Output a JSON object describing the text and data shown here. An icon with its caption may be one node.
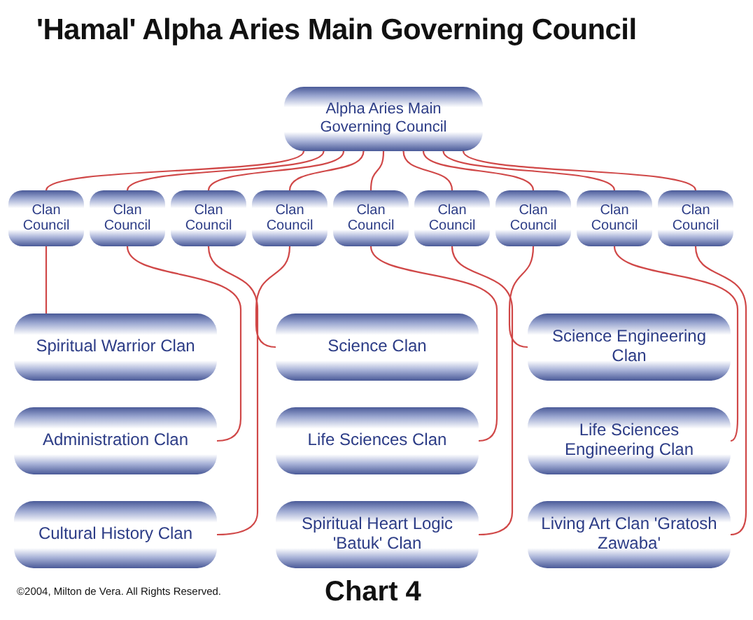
{
  "diagram": {
    "title": "'Hamal' Alpha Aries Main Governing Council",
    "caption": "Chart 4",
    "nodes": [
      {
        "text": [
          "Alpha Aries Main Governing Council"
        ]
      },
      {
        "text": [
          "Clan Council"
        ]
      },
      {
        "text": [
          "Clan Council"
        ]
      },
      {
        "text": [
          "Clan Council"
        ]
      },
      {
        "text": [
          "Clan Council"
        ]
      },
      {
        "text": [
          "Clan Council"
        ]
      },
      {
        "text": [
          "Clan Council"
        ]
      },
      {
        "text": [
          "Clan Council"
        ]
      },
      {
        "text": [
          "Clan Council"
        ]
      },
      {
        "text": [
          "Clan Council"
        ]
      },
      {
        "text": [
          "Spiritual Warrior Clan"
        ]
      },
      {
        "text": [
          "Science Clan"
        ]
      },
      {
        "text": [
          "Science Engineering Clan"
        ]
      },
      {
        "text": [
          "Administration Clan"
        ]
      },
      {
        "text": [
          "Life Sciences Clan"
        ]
      },
      {
        "text": [
          "Life Sciences Engineering Clan"
        ]
      },
      {
        "text": [
          "Cultural History Clan"
        ]
      },
      {
        "text": [
          "Spiritual Heart Logic 'Batuk' Clan"
        ]
      },
      {
        "text": [
          "Living Art Clan 'Gratosh Zawaba'"
        ]
      }
    ],
    "edges": [
      {
        "from": 0,
        "to": 1,
        "arrow": "none"
      },
      {
        "from": 0,
        "to": 2,
        "arrow": "none"
      },
      {
        "from": 0,
        "to": 3,
        "arrow": "none"
      },
      {
        "from": 0,
        "to": 4,
        "arrow": "none"
      },
      {
        "from": 0,
        "to": 5,
        "arrow": "none"
      },
      {
        "from": 0,
        "to": 6,
        "arrow": "none"
      },
      {
        "from": 0,
        "to": 7,
        "arrow": "none"
      },
      {
        "from": 0,
        "to": 8,
        "arrow": "none"
      },
      {
        "from": 0,
        "to": 9,
        "arrow": "none"
      },
      {
        "from": 1,
        "to": 10,
        "arrow": "none"
      },
      {
        "from": 2,
        "to": 13,
        "arrow": "none"
      },
      {
        "from": 3,
        "to": 16,
        "arrow": "none"
      },
      {
        "from": 4,
        "to": 11,
        "arrow": "none"
      },
      {
        "from": 5,
        "to": 14,
        "arrow": "none"
      },
      {
        "from": 6,
        "to": 17,
        "arrow": "none"
      },
      {
        "from": 7,
        "to": 12,
        "arrow": "none"
      },
      {
        "from": 8,
        "to": 15,
        "arrow": "none"
      },
      {
        "from": 9,
        "to": 18,
        "arrow": "none"
      }
    ],
    "labels": [
      "©2004, Milton de Vera. All Rights Reserved."
    ]
  }
}
